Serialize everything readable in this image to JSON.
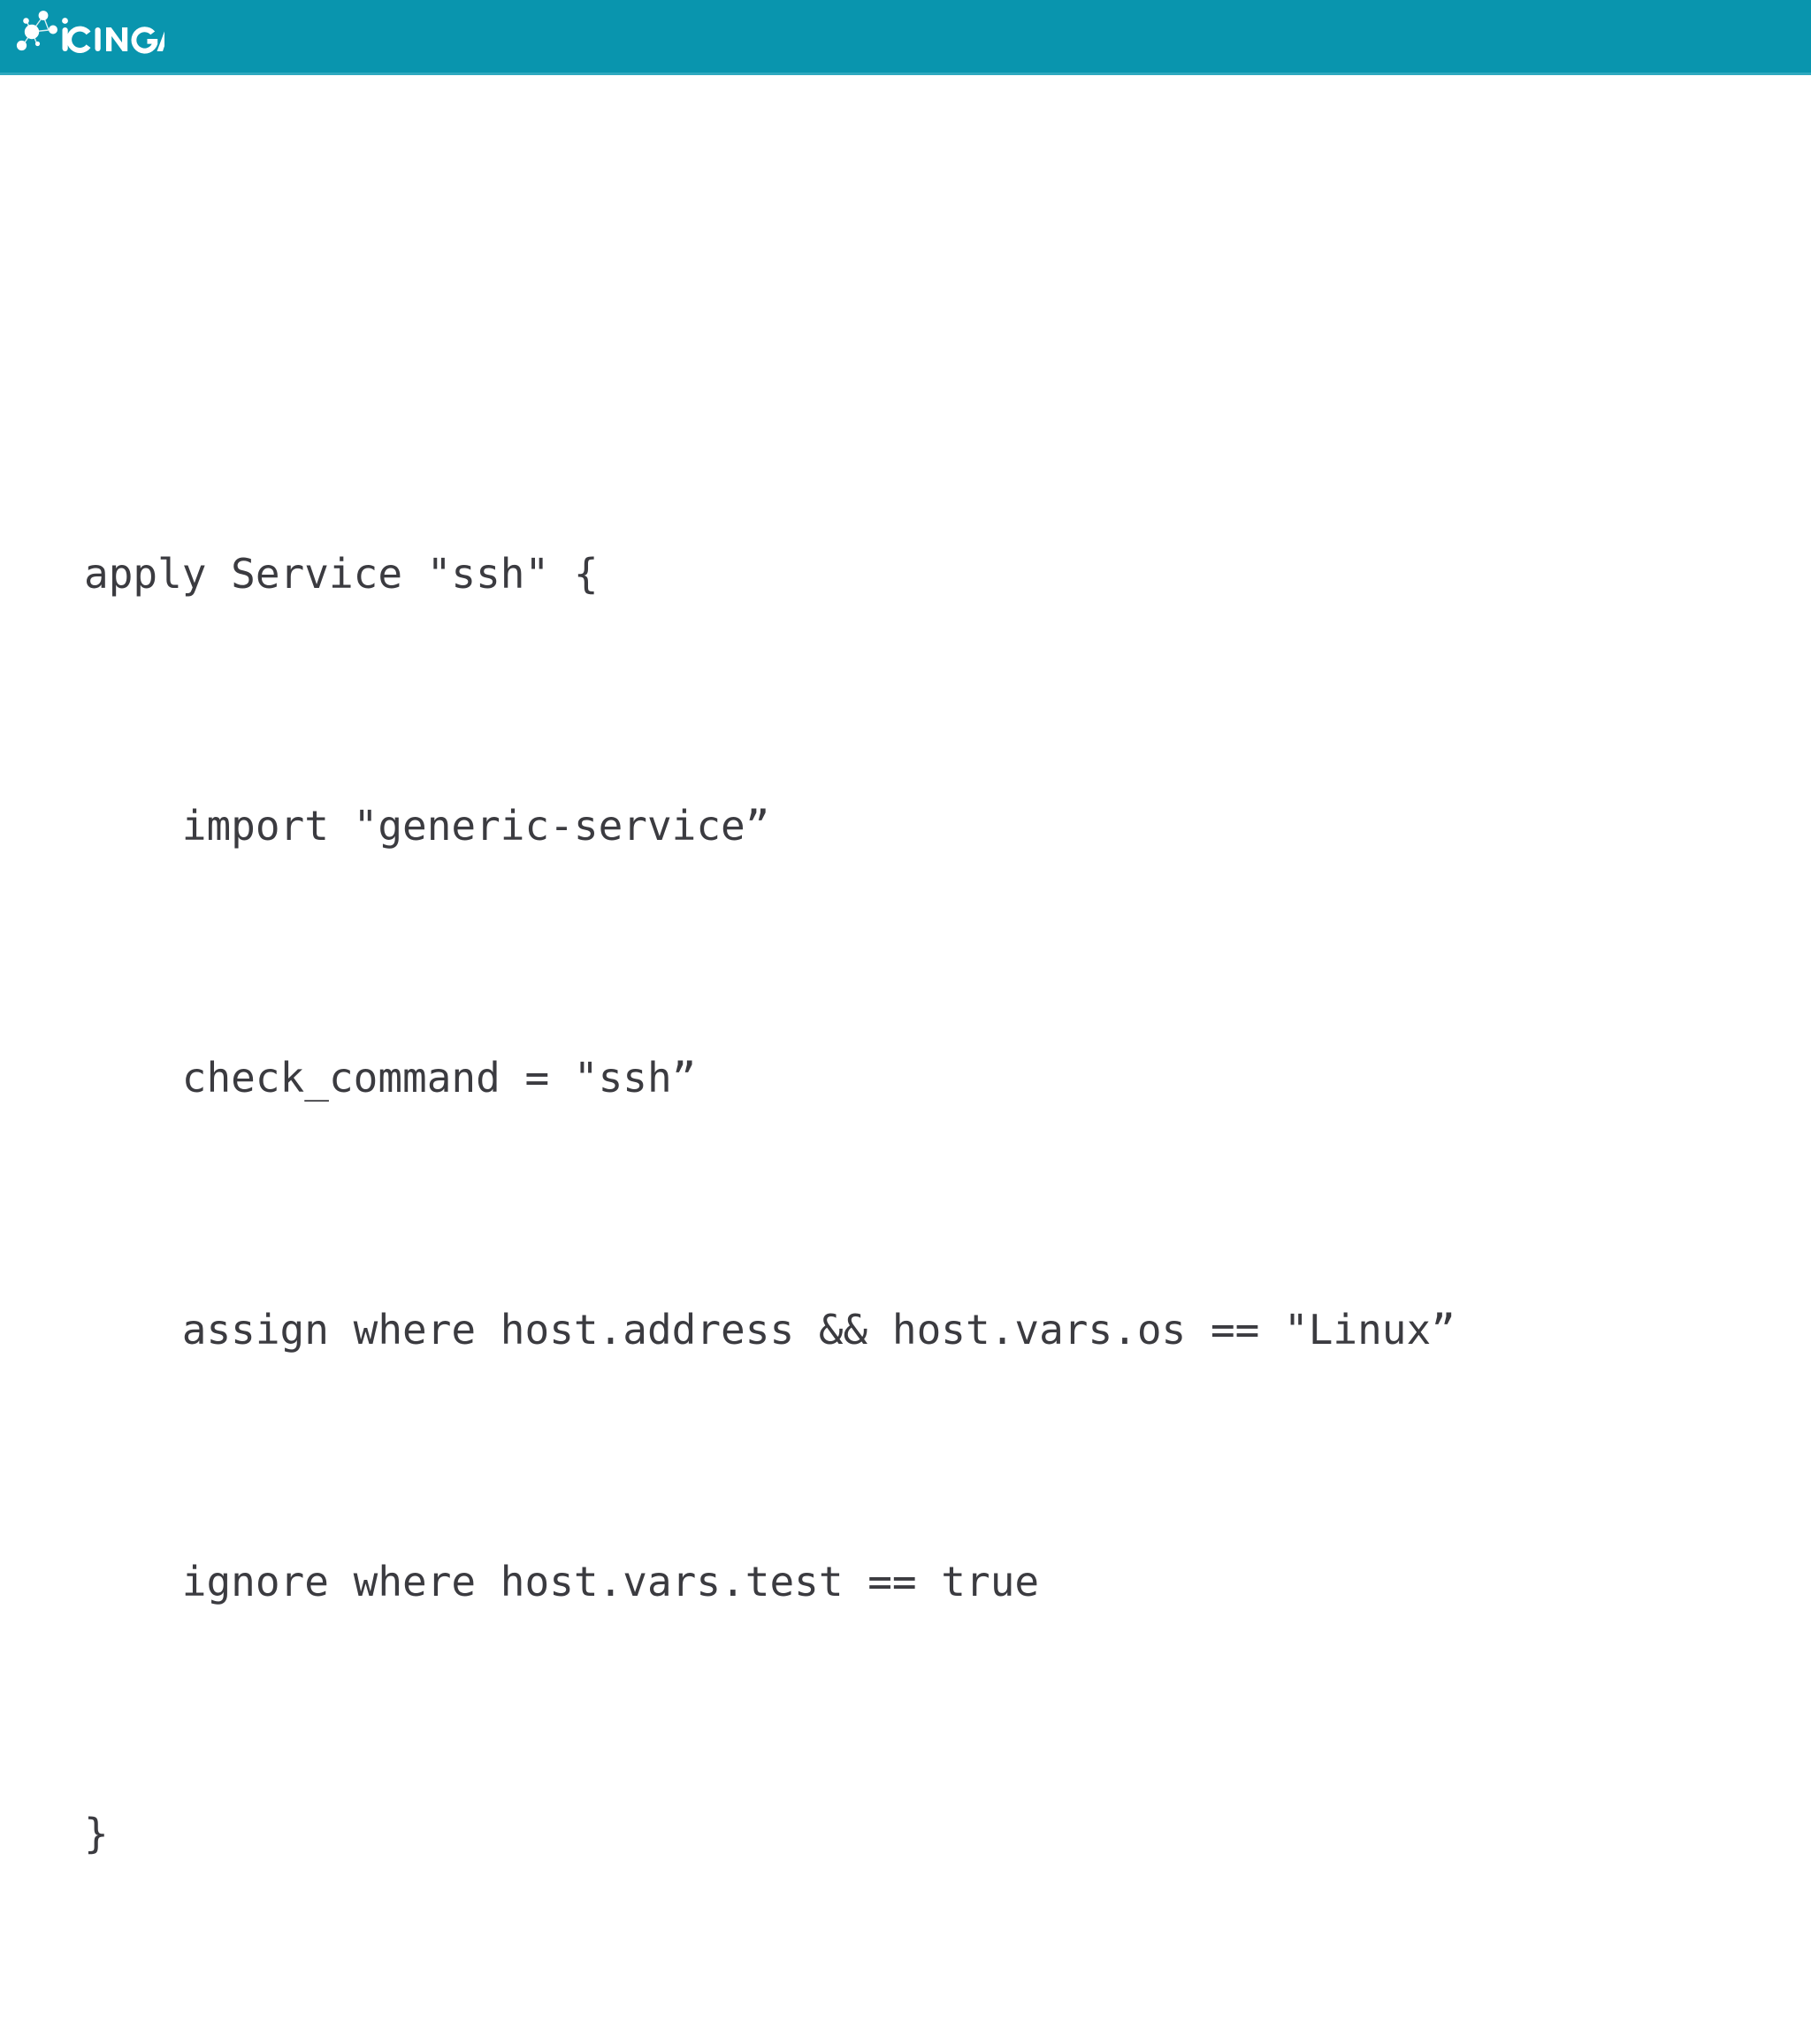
{
  "header": {
    "background_color": "#0995ae",
    "accent_underline_color": "#2fa9bf",
    "brand_name": "ICINGA",
    "logo_icon": "icinga-molecule-logo",
    "logo_color": "#ffffff"
  },
  "slide": {
    "background_color": "#ffffff",
    "code_text_color": "#3b3b40"
  },
  "code": {
    "language": "icinga2-dsl",
    "lines": [
      "apply Service \"ssh\" {",
      "    import \"generic-service”",
      "    check_command = \"ssh”",
      "    assign where host.address && host.vars.os == \"Linux”",
      "    ignore where host.vars.test == true",
      "}"
    ]
  }
}
